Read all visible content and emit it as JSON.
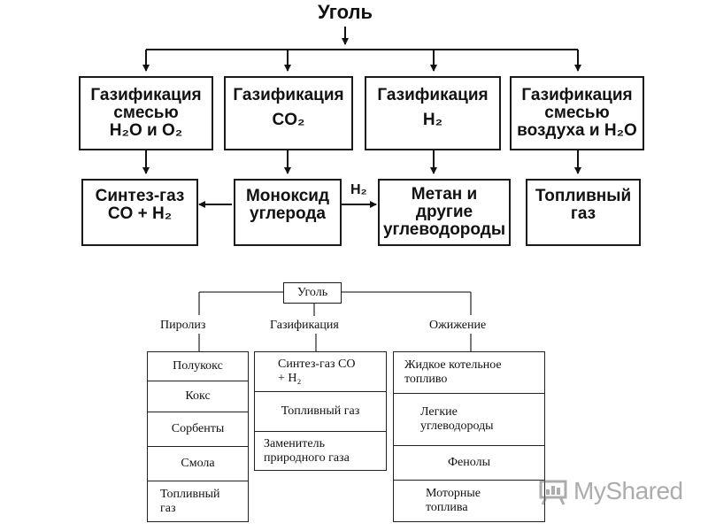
{
  "top_diagram": {
    "root": "Уголь",
    "gasification": [
      {
        "line1": "Газификация",
        "line2": "смесью",
        "line3": "H₂O и O₂"
      },
      {
        "line1": "Газификация",
        "line2": "CO₂"
      },
      {
        "line1": "Газификация",
        "line2": "H₂"
      },
      {
        "line1": "Газификация",
        "line2": "смесью",
        "line3": "воздуха и H₂O"
      }
    ],
    "products": [
      {
        "line1": "Синтез-газ",
        "line2": "CO + H₂"
      },
      {
        "line1": "Моноксид",
        "line2": "углерода"
      },
      {
        "line1": "Метан и",
        "line2": "другие",
        "line3": "углеводороды"
      },
      {
        "line1": "Топливный",
        "line2": "газ"
      }
    ],
    "edge_label": "H₂"
  },
  "bottom_diagram": {
    "root": "Уголь",
    "branches": [
      {
        "name": "Пиролиз",
        "items": [
          "Полукокс",
          "Кокс",
          "Сорбенты",
          "Смола",
          "Топливный газ"
        ]
      },
      {
        "name": "Газификация",
        "items": [
          "Синтез-газ CO + H₂",
          "Топливный газ",
          "Заменитель природного газа"
        ]
      },
      {
        "name": "Ожижение",
        "items": [
          "Жидкое котельное топливо",
          "Легкие углеводороды",
          "Фенолы",
          "Моторные топлива"
        ]
      }
    ]
  },
  "watermark": {
    "text": "MyShared",
    "icon": "presentation-board-icon"
  }
}
